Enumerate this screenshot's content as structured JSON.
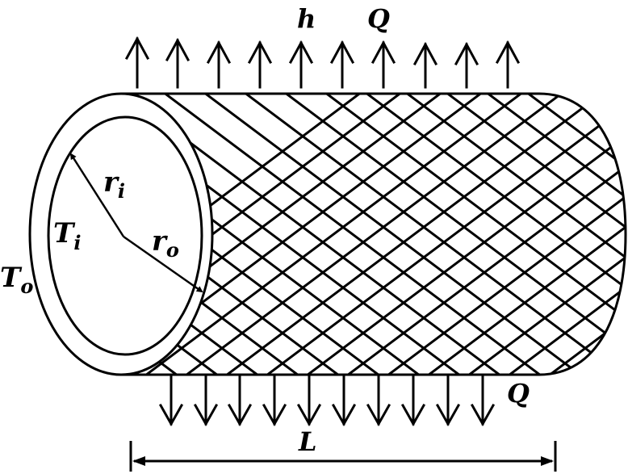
{
  "diagram": {
    "type": "cylindrical-pipe-heat-transfer",
    "labels": {
      "h": "h",
      "q_top": "Q",
      "q_bottom": "Q",
      "r_i_main": "r",
      "r_i_sub": "i",
      "r_o_main": "r",
      "r_o_sub": "o",
      "t_i_main": "T",
      "t_i_sub": "i",
      "t_o_main": "T",
      "t_o_sub": "o",
      "length": "L"
    },
    "arrows_up_count": 10,
    "arrows_down_count": 10,
    "colors": {
      "stroke": "#000000",
      "background": "#ffffff"
    }
  }
}
